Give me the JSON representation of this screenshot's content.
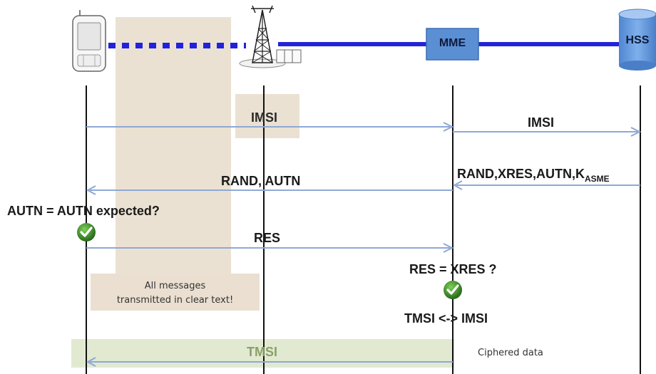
{
  "nodes": {
    "mme": "MME",
    "hss": "HSS"
  },
  "messages": {
    "imsi_ue_mme": "IMSI",
    "imsi_mme_hss": "IMSI",
    "av_main": "RAND,XRES,AUTN,K",
    "av_sub": "ASME",
    "rand_autn": "RAND, AUTN",
    "autn_check": "AUTN = AUTN expected?",
    "res": "RES",
    "res_check": "RES = XRES ?",
    "tmsi_map": "TMSI <-> IMSI",
    "tmsi": "TMSI"
  },
  "notes": {
    "clear_text_line1": "All messages",
    "clear_text_line2": "transmitted in clear text!",
    "ciphered": "Ciphered data"
  },
  "colors": {
    "radio_link": "#2222dd",
    "backhaul": "#2323d8",
    "node_box": "#5b8fd4",
    "arrow": "#8fa8d4",
    "clear_zone": "#e8dccb",
    "cipher_zone": "#dfe9cf",
    "check": "#2e7d1e"
  }
}
